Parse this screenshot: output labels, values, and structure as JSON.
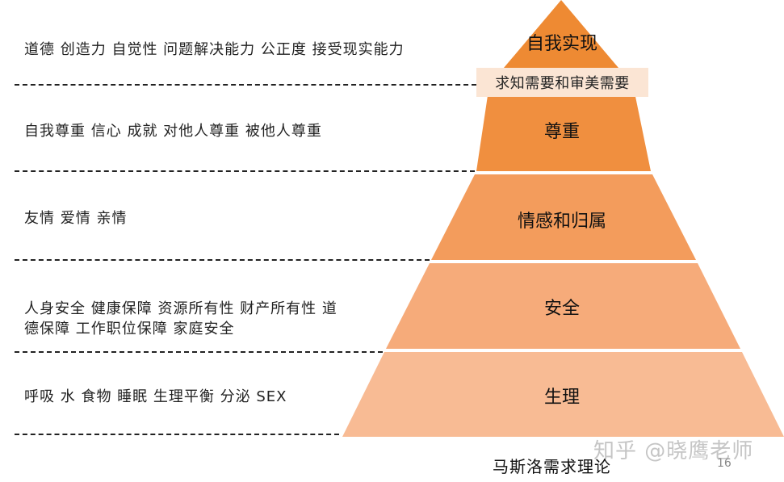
{
  "diagram": {
    "title": "马斯洛需求理论",
    "page_number": "16",
    "watermark": "知乎 @晓鹰老师",
    "band_label": "求知需要和审美需要",
    "colors": {
      "tier_self_actualization": "#ee8a33",
      "tier_esteem": "#f08f3f",
      "tier_belonging": "#f39c5c",
      "tier_safety": "#f6ab7a",
      "tier_physiological": "#f8bb94",
      "band_background": "#fbe5d4"
    },
    "tiers": [
      {
        "name": "自我实现",
        "description": "道德  创造力  自觉性  问题解决能力  公正度  接受现实能力"
      },
      {
        "name": "尊重",
        "description": "自我尊重  信心  成就  对他人尊重  被他人尊重"
      },
      {
        "name": "情感和归属",
        "description": "友情  爱情  亲情"
      },
      {
        "name": "安全",
        "description_line1": "人身安全  健康保障  资源所有性  财产所有性  道",
        "description_line2": "德保障  工作职位保障  家庭安全"
      },
      {
        "name": "生理",
        "description": "呼吸  水  食物  睡眠  生理平衡  分泌  SEX"
      }
    ]
  }
}
